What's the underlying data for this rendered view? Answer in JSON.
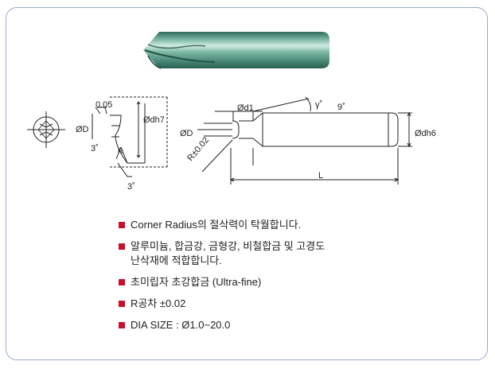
{
  "colors": {
    "frame": "#9aa9c8",
    "bullet": "#c8102e",
    "tool": "#4a8f7e",
    "tool_dark": "#2f6a5a",
    "tool_light": "#bfe0d4"
  },
  "dimensions": {
    "left_view": {
      "width": "0.05",
      "diameter": "ØD",
      "shank": "Ødh7",
      "angle_top": "3˚",
      "radius": "R",
      "angle_bottom": "3˚"
    },
    "side_view": {
      "neck": "Ød1",
      "angle": "γ˚",
      "angle_value": "9˚",
      "diameter": "ØD",
      "shank": "Ødh6",
      "radius_tol": "R±0.02",
      "length": "L"
    }
  },
  "features": [
    {
      "lines": [
        "Corner Radius의 절삭력이 탁월합니다."
      ]
    },
    {
      "lines": [
        "알루미늄, 합금강, 금형강, 비철합금 및 고경도",
        "난삭재에 적합합니다."
      ]
    },
    {
      "lines": [
        "초미립자 초강합금 (Ultra-fine)"
      ]
    },
    {
      "lines": [
        "R공차 ±0.02"
      ]
    },
    {
      "lines": [
        "DIA SIZE : Ø1.0~20.0"
      ]
    }
  ]
}
